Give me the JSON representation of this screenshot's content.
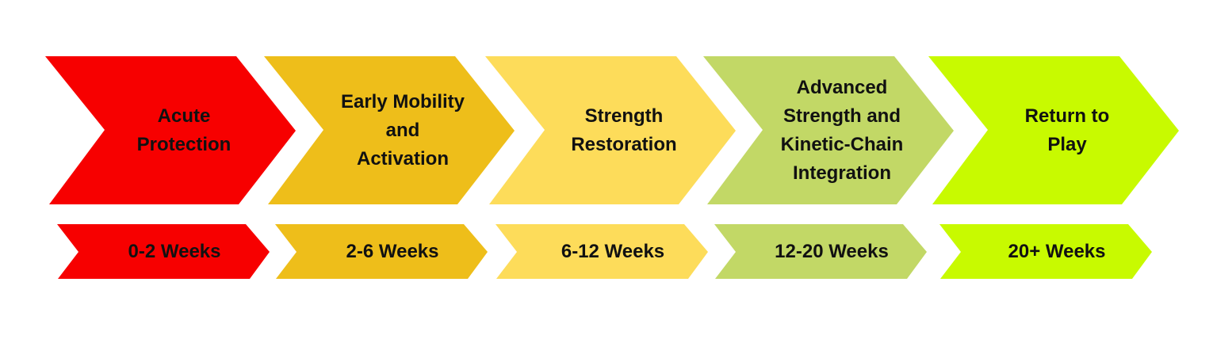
{
  "phases": [
    {
      "title": "Acute\nProtection",
      "duration": "0-2 Weeks",
      "color": "#f70000"
    },
    {
      "title": "Early Mobility\nand\nActivation",
      "duration": "2-6 Weeks",
      "color": "#eebe1a"
    },
    {
      "title": "Strength\nRestoration",
      "duration": "6-12 Weeks",
      "color": "#fddc5a"
    },
    {
      "title": "Advanced\nStrength and\nKinetic-Chain\nIntegration",
      "duration": "12-20 Weeks",
      "color": "#c2d866"
    },
    {
      "title": "Return to\nPlay",
      "duration": "20+ Weeks",
      "color": "#c8fa00"
    }
  ]
}
